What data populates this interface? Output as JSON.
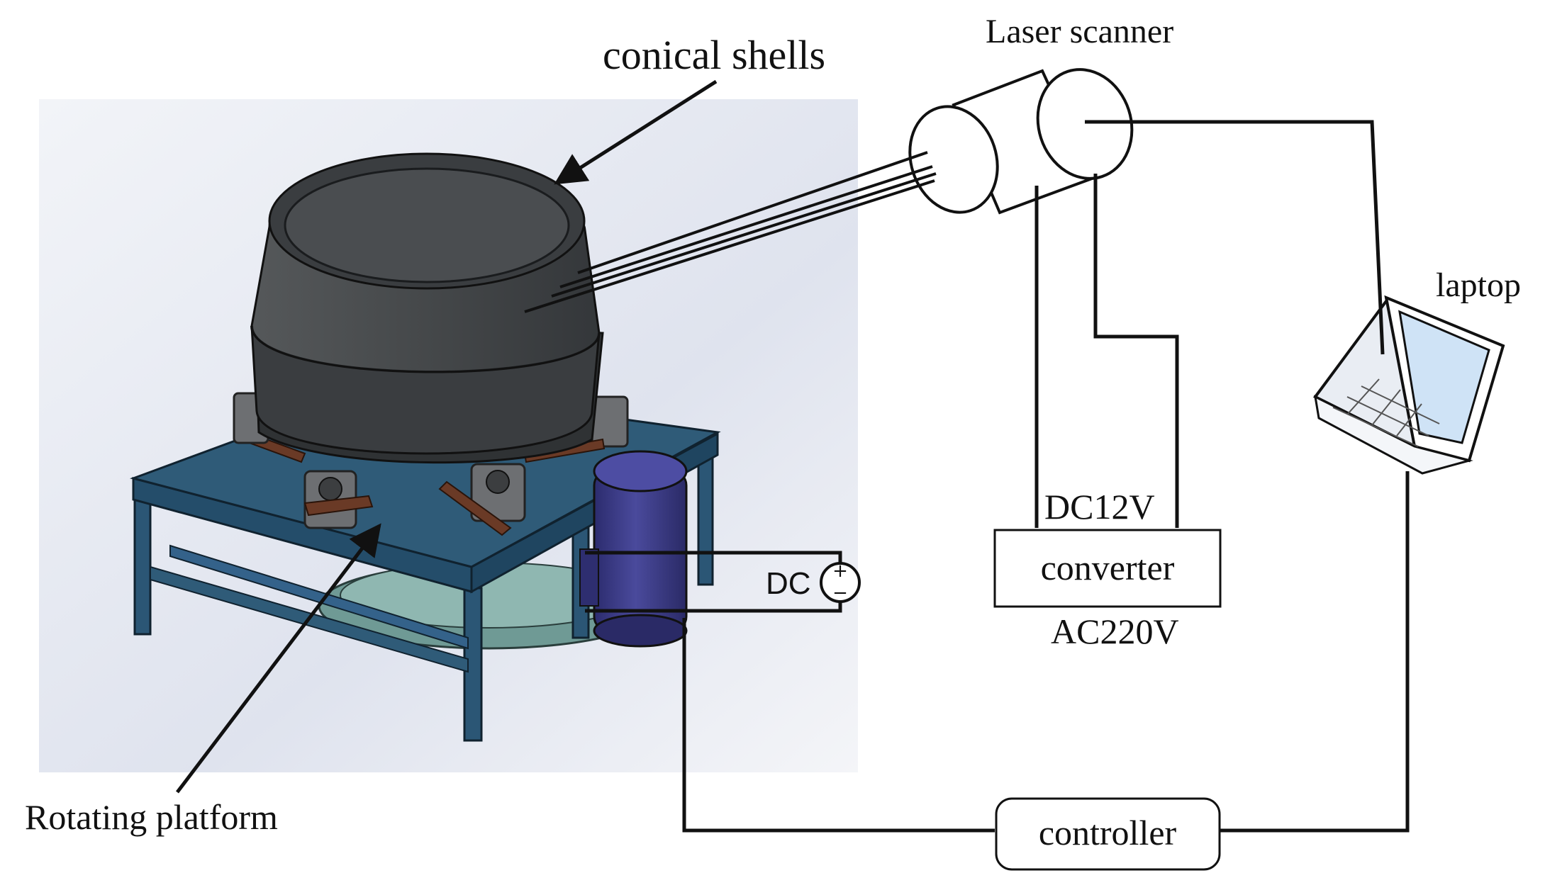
{
  "labels": {
    "conical_shells": "conical shells",
    "laser_scanner": "Laser scanner",
    "laptop": "laptop",
    "dc12v": "DC12V",
    "converter": "converter",
    "ac220v": "AC220V",
    "dc": "DC",
    "dc_plus": "+",
    "dc_minus": "−",
    "rotating_platform": "Rotating platform",
    "controller": "controller"
  },
  "colors": {
    "background_panel": "#e6e9f2",
    "shell": "#434648",
    "shell_dark": "#2f3234",
    "table_top": "#2f5b78",
    "table_legs": "#2b5675",
    "motor": "#3f3f8c",
    "belt": "#5f8a86",
    "wire": "#111111",
    "roller_wood": "#6a3a26"
  },
  "icons": [
    "laser-scanner-icon",
    "laptop-icon",
    "dc-source-icon",
    "motor-icon",
    "conical-shell-icon"
  ]
}
